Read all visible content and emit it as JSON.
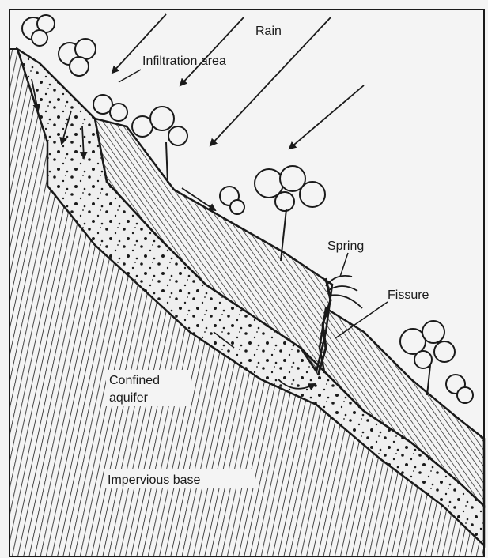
{
  "labels": {
    "rain": "Rain",
    "infiltration_area": "Infiltration area",
    "spring": "Spring",
    "fissure": "Fissure",
    "confined_aquifer_line1": "Confined",
    "confined_aquifer_line2": "aquifer",
    "impervious_base": "Impervious base"
  },
  "colors": {
    "ink": "#1a1a1a",
    "background": "#f4f4f4",
    "aquifer_fill": "#efefef"
  }
}
